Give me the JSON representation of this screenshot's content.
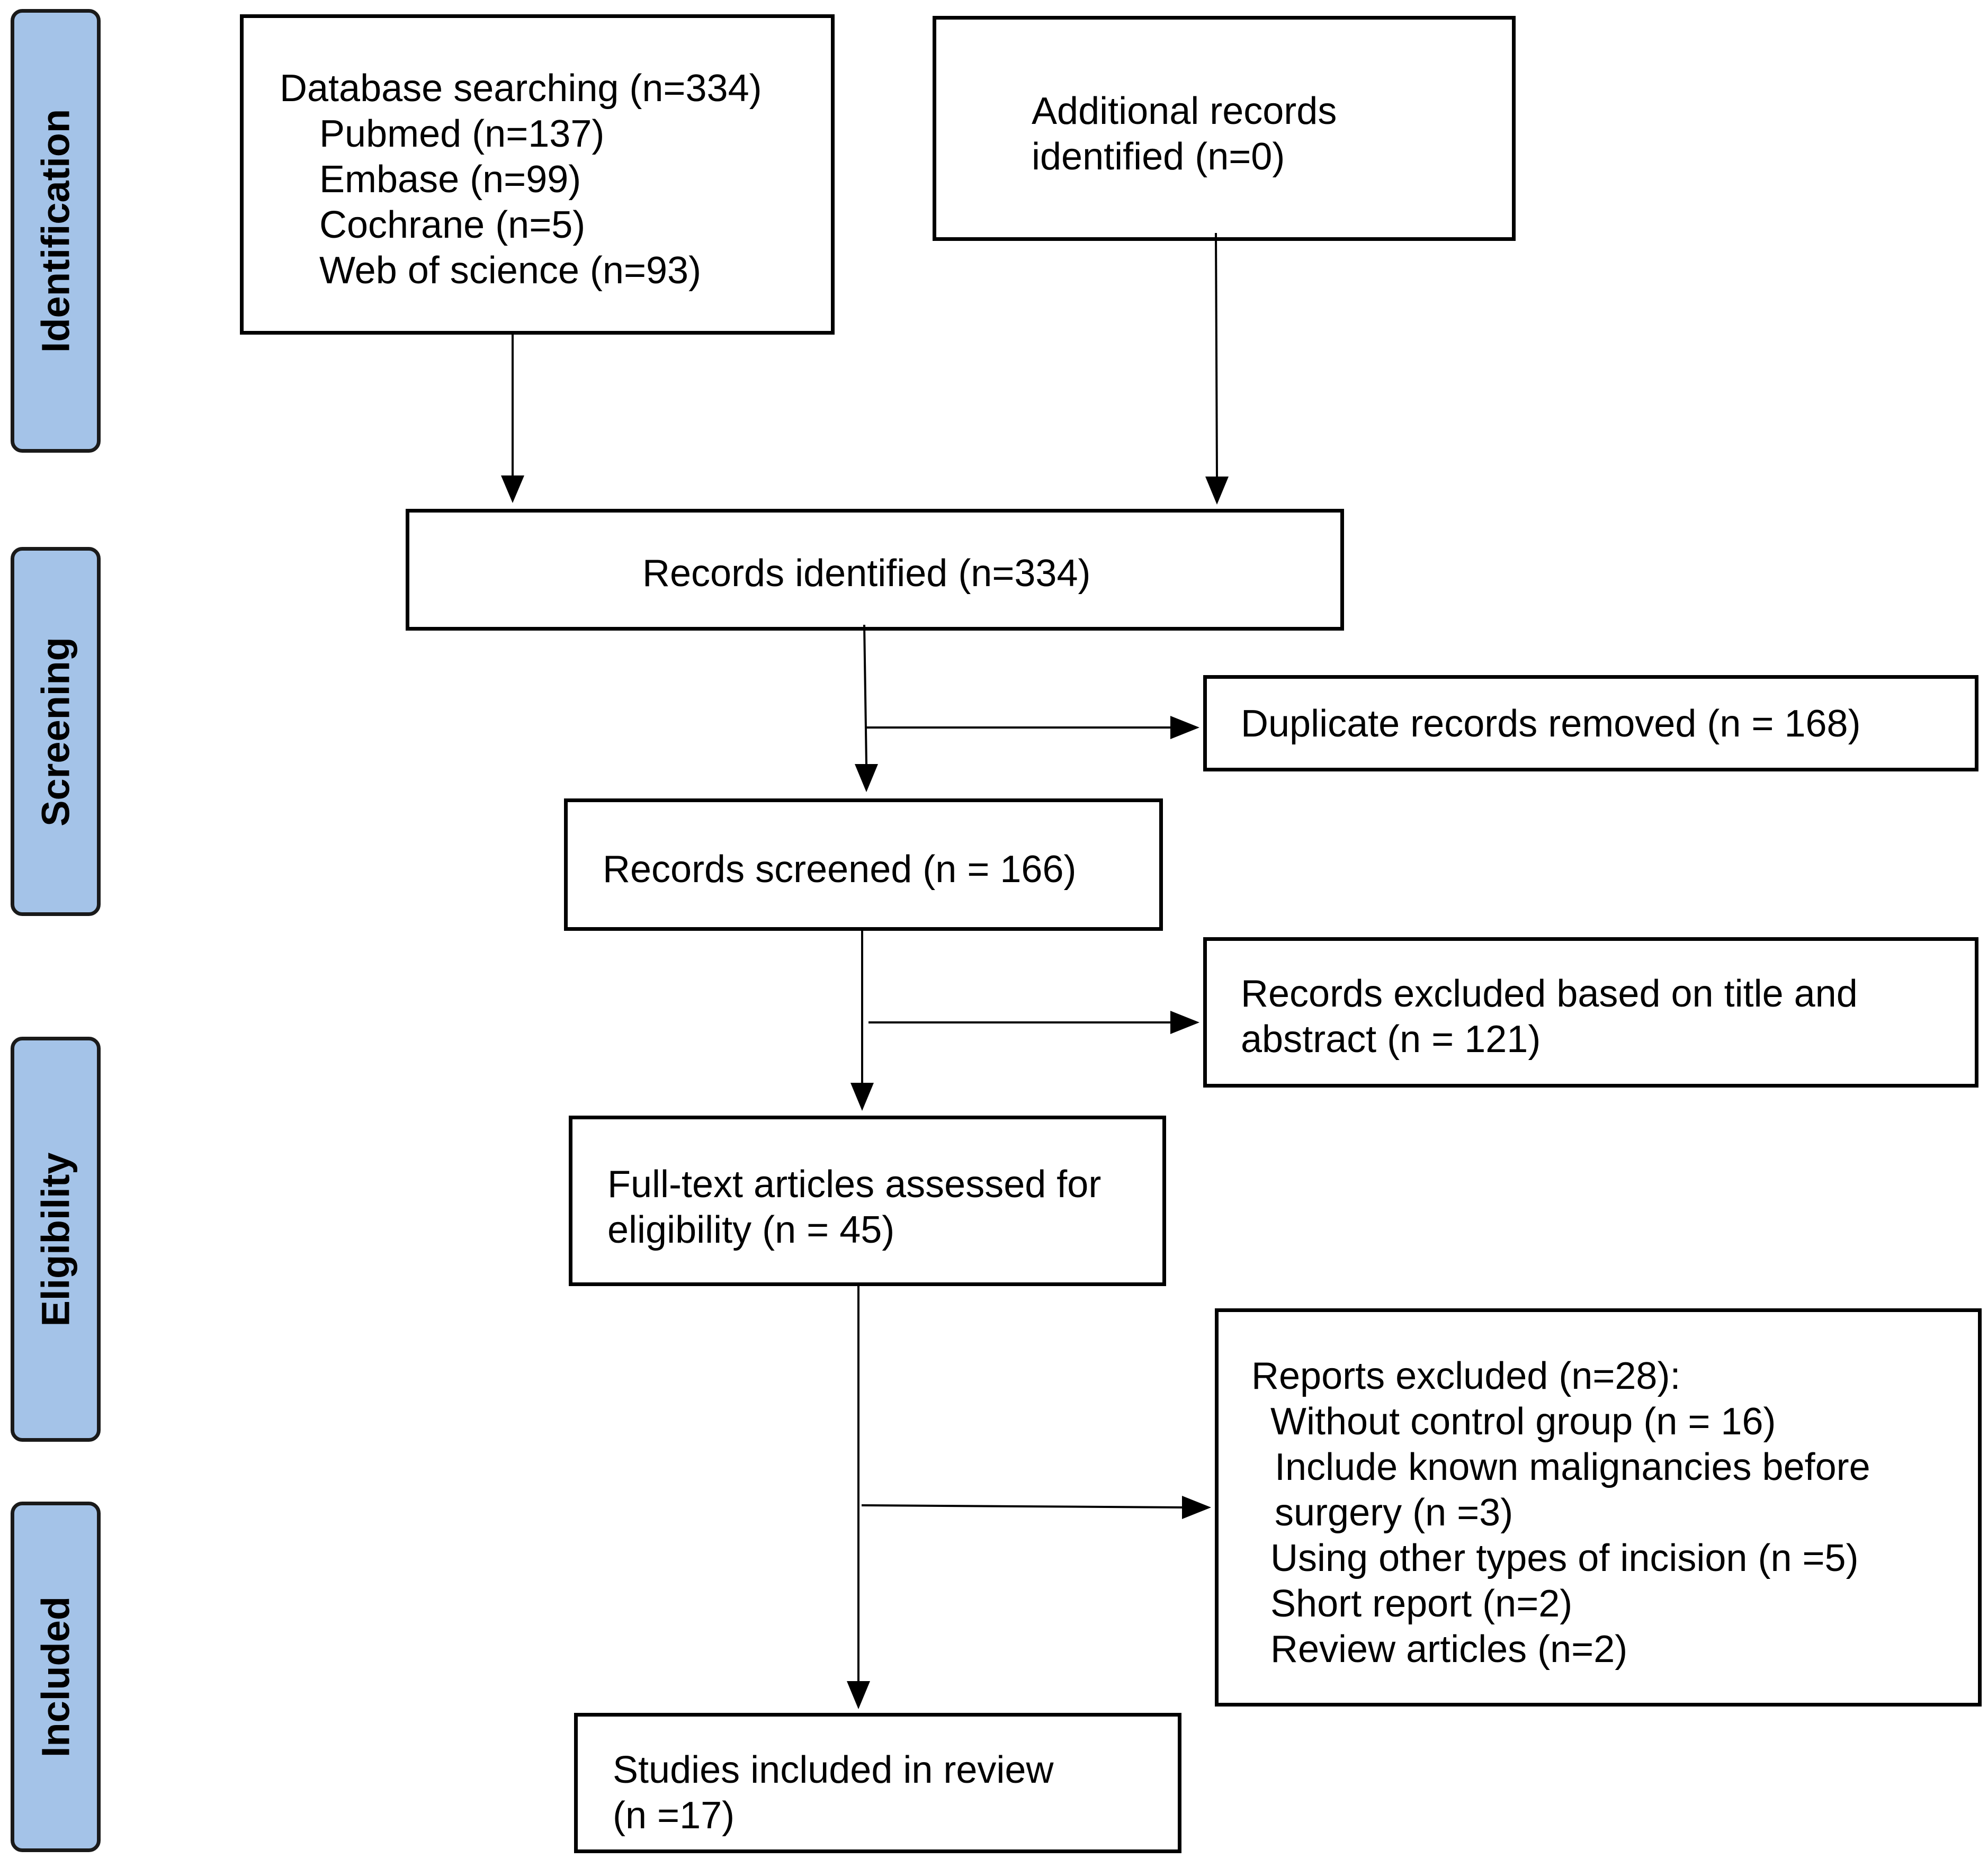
{
  "stages": [
    {
      "id": "identification",
      "label": "Identification"
    },
    {
      "id": "screening",
      "label": "Screening"
    },
    {
      "id": "eligibility",
      "label": "Eligibility"
    },
    {
      "id": "included",
      "label": "Included"
    }
  ],
  "boxes": {
    "database_search": {
      "title": "Database searching (n=334)",
      "sources": [
        "Pubmed (n=137)",
        "Embase (n=99)",
        "Cochrane (n=5)",
        "Web of science (n=93)"
      ]
    },
    "additional_records": {
      "lines": [
        "Additional records",
        "identified (n=0)"
      ]
    },
    "records_identified": {
      "text": "Records identified (n=334)"
    },
    "duplicates_removed": {
      "text": "Duplicate records removed (n = 168)"
    },
    "records_screened": {
      "text": "Records screened (n = 166)"
    },
    "records_excluded": {
      "lines": [
        "Records excluded based on title and",
        "abstract (n = 121)"
      ]
    },
    "fulltext_assessed": {
      "lines": [
        "Full-text articles assessed for",
        "eligibility (n = 45)"
      ]
    },
    "reports_excluded": {
      "title": "Reports excluded (n=28):",
      "reasons": [
        "Without control group (n = 16)",
        "Include known malignancies before",
        "surgery (n =3)",
        "Using other types of incision (n =5)",
        "Short report (n=2)",
        "Review articles (n=2)"
      ]
    },
    "studies_included": {
      "lines": [
        "Studies included in review",
        "(n =17)"
      ]
    }
  },
  "colors": {
    "stage_fill": "#a4c3e8",
    "stroke": "#000000"
  }
}
